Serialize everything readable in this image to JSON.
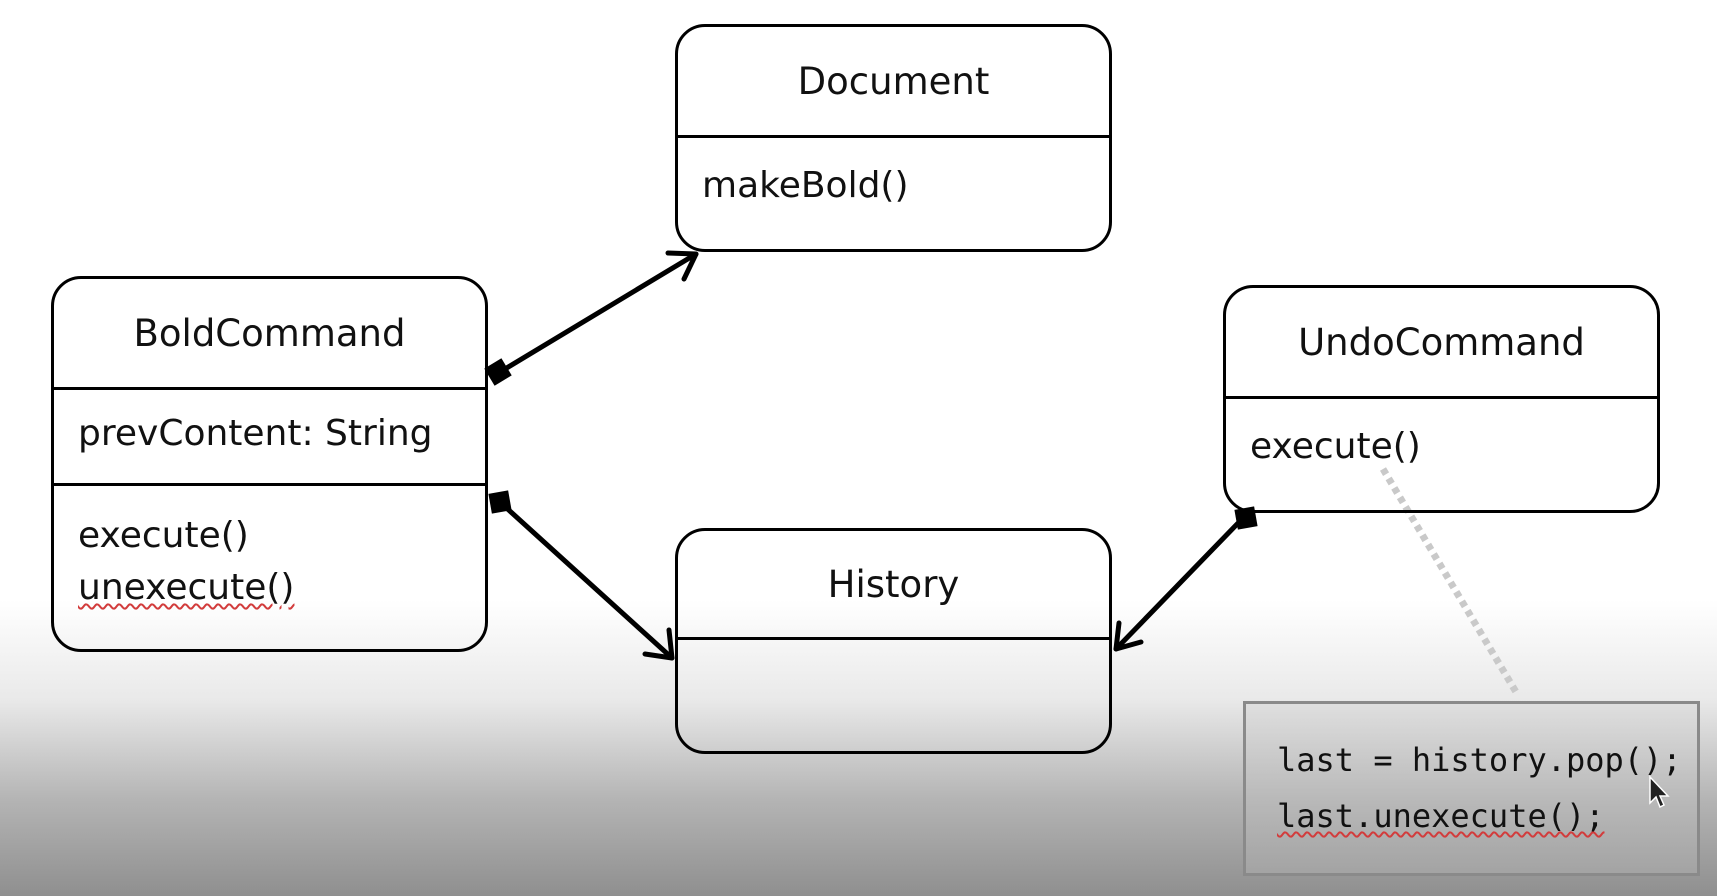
{
  "diagram": {
    "classes": {
      "document": {
        "name": "Document",
        "methods": [
          "makeBold()"
        ]
      },
      "bold_command": {
        "name": "BoldCommand",
        "attributes": [
          "prevContent: String"
        ],
        "methods": [
          "execute()",
          "unexecute()"
        ]
      },
      "undo_command": {
        "name": "UndoCommand",
        "methods": [
          "execute()"
        ]
      },
      "history": {
        "name": "History"
      }
    },
    "note": {
      "lines": [
        "last = history.pop();",
        "last.unexecute();"
      ]
    },
    "relations": [
      {
        "from": "BoldCommand",
        "to": "Document",
        "type": "composition-navigable"
      },
      {
        "from": "BoldCommand",
        "to": "History",
        "type": "composition-navigable"
      },
      {
        "from": "UndoCommand",
        "to": "History",
        "type": "composition-navigable"
      },
      {
        "from": "UndoCommand.execute()",
        "to": "note",
        "type": "note-link"
      }
    ]
  }
}
